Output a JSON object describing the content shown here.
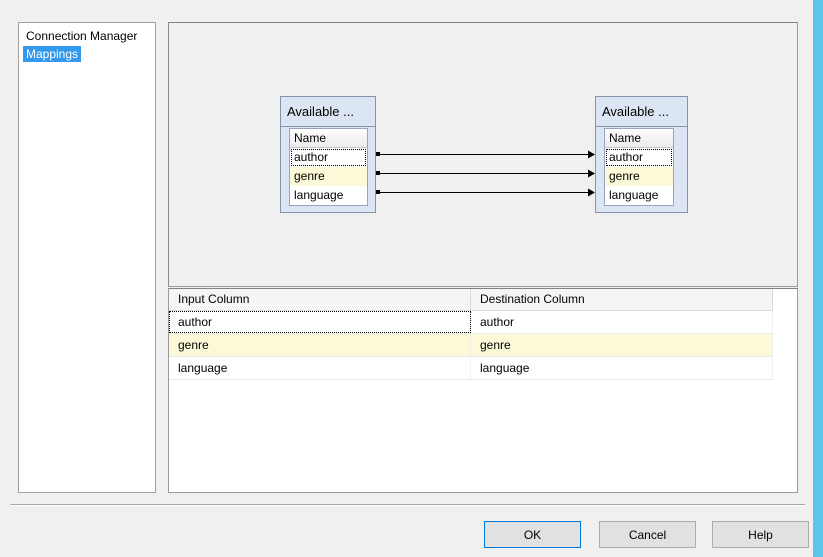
{
  "sidebar": {
    "items": [
      {
        "label": "Connection Manager",
        "selected": false
      },
      {
        "label": "Mappings",
        "selected": true
      }
    ]
  },
  "diagram": {
    "source_table": {
      "title": "Available ...",
      "header": "Name",
      "rows": [
        "author",
        "genre",
        "language"
      ]
    },
    "destination_table": {
      "title": "Available ...",
      "header": "Name",
      "rows": [
        "author",
        "genre",
        "language"
      ]
    },
    "mappings": [
      {
        "from": "author",
        "to": "author"
      },
      {
        "from": "genre",
        "to": "genre"
      },
      {
        "from": "language",
        "to": "language"
      }
    ]
  },
  "grid": {
    "columns": [
      "Input Column",
      "Destination Column"
    ],
    "rows": [
      {
        "input": "author",
        "destination": "author",
        "state": "focused"
      },
      {
        "input": "genre",
        "destination": "genre",
        "state": "highlighted"
      },
      {
        "input": "language",
        "destination": "language",
        "state": "normal"
      }
    ]
  },
  "footer": {
    "ok_label": "OK",
    "cancel_label": "Cancel",
    "help_label": "Help"
  },
  "colors": {
    "selection_blue": "#3399ee",
    "row_highlight_yellow": "#fbf9d7",
    "table_header_blue": "#dce5f4",
    "ok_border_blue": "#0078d6",
    "window_edge_cyan": "#5cc6e9"
  }
}
